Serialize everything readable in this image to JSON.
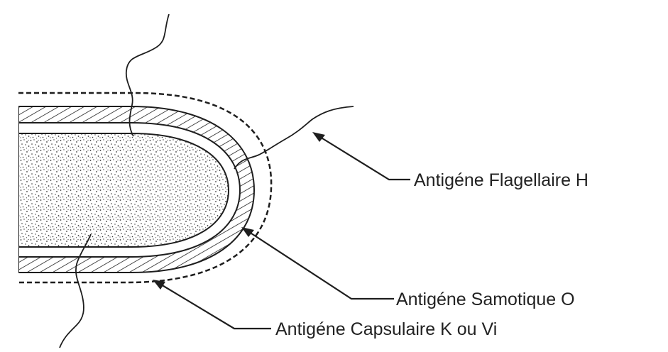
{
  "labels": {
    "flagellar": "Antigéne Flagellaire H",
    "somatic": "Antigéne Samotique O",
    "capsular": "Antigéne Capsulaire K ou Vi"
  },
  "colors": {
    "ink": "#1e1e1e",
    "background": "#ffffff",
    "wall_fill": "#f4f4f4"
  }
}
